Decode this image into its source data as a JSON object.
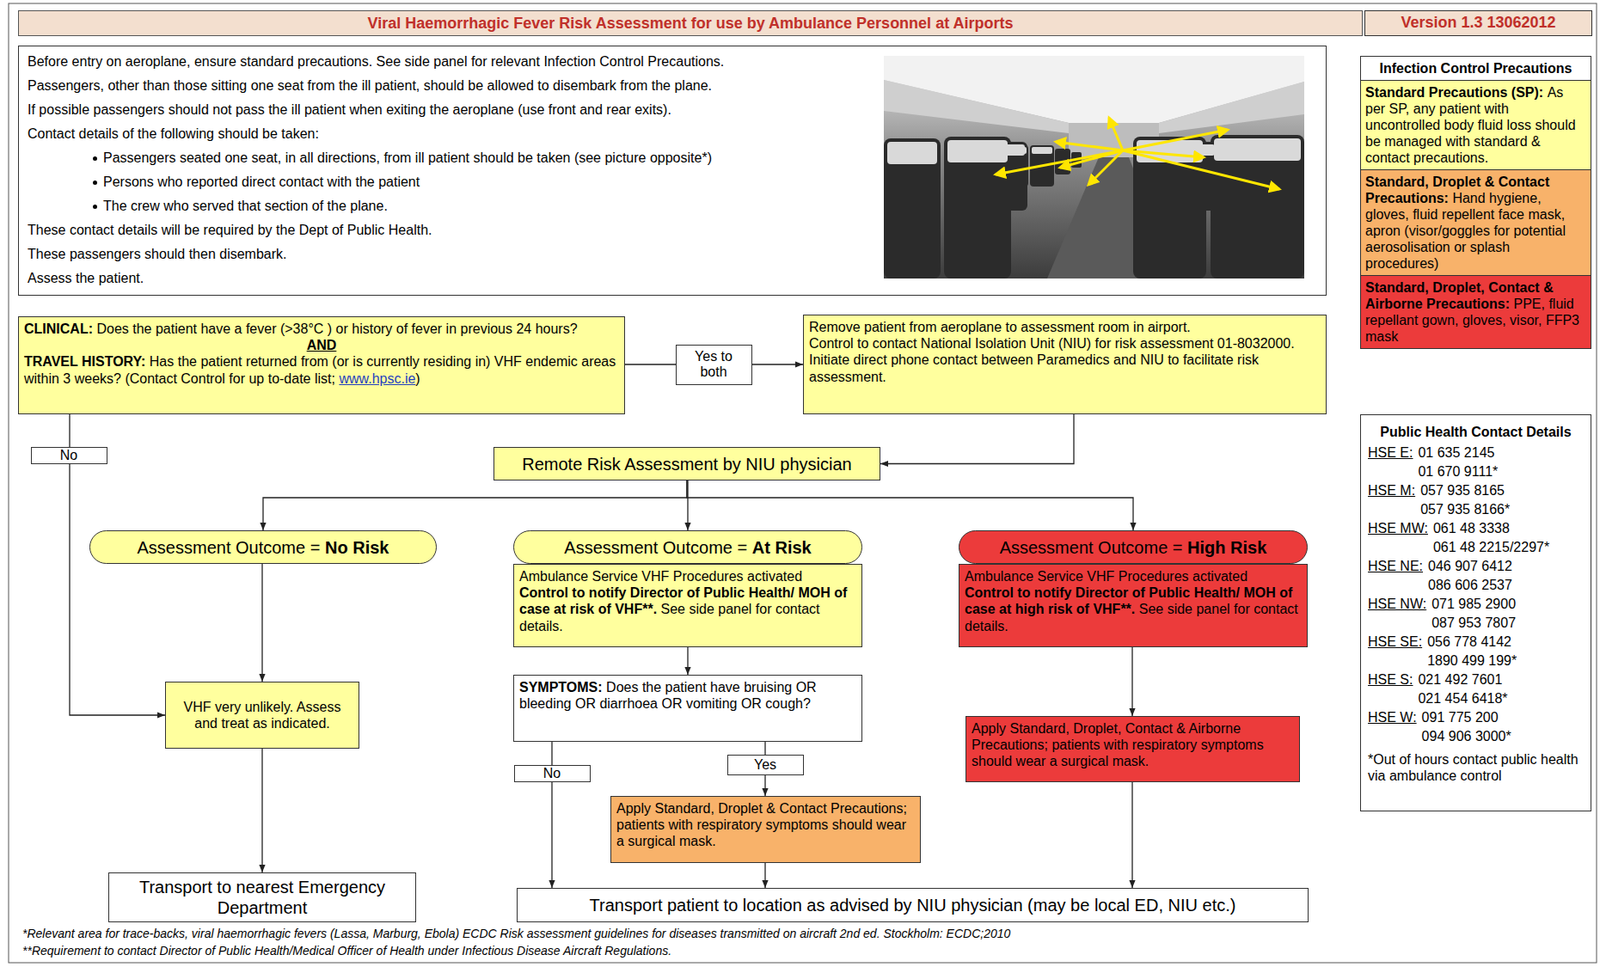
{
  "diagram": {
    "title": "Viral Haemorrhagic Fever Risk Assessment for use by Ambulance Personnel at Airports",
    "nodes": [
      {
        "text": [
          "Version 1.3 13062012"
        ]
      },
      {
        "text": [
          "Before entry on aeroplane, ensure standard precautions. See side panel for relevant Infection Control Precautions.",
          "Passengers, other than those sitting one seat from the ill patient, should be allowed to disembark from the plane.",
          "If possible passengers should not pass the ill patient when exiting the aeroplane (use front and rear exits).",
          "Contact details of the following should be taken:",
          "Passengers seated one seat, in all directions, from ill patient should be taken (see picture opposite*)",
          "Persons who reported direct contact with the patient",
          "The crew who served that section of the plane.",
          "These contact details will be required by the Dept of Public Health.",
          "These passengers should then disembark.",
          "Assess the patient."
        ]
      },
      {
        "text": [
          "Infection Control Precautions"
        ]
      },
      {
        "text": [
          "Standard Precautions (SP):",
          "As per SP, any patient with uncontrolled body fluid loss should be managed with standard & contact precautions."
        ],
        "in": 2
      },
      {
        "text": [
          "Standard, Droplet & Contact Precautions:",
          "Hand hygiene, gloves, fluid repellent face mask, apron (visor/goggles for potential aerosolisation or splash procedures)"
        ],
        "in": 2
      },
      {
        "text": [
          "Standard, Droplet, Contact & Airborne Precautions:",
          "PPE, fluid repellant gown, gloves, visor, FFP3 mask"
        ],
        "in": 2
      },
      {
        "text": [
          "Public Health Contact Details",
          "HSE E:",
          "01 635 2145",
          "01 670 9111*",
          "HSE M:",
          "057 935 8165",
          "057 935 8166*",
          "HSE MW:",
          "061 48 3338",
          "061 48 2215/2297*",
          "HSE NE:",
          "046 907 6412",
          "086 606 2537",
          "HSE NW:",
          "071 985 2900",
          "087 953 7807",
          "HSE SE:",
          "056 778 4142",
          "1890 499 199*",
          "HSE S:",
          "021 492 7601",
          "021 454 6418*",
          "HSE W:",
          "091 775 200",
          "094 906 3000*",
          "*Out of hours contact public health via ambulance control"
        ]
      },
      {
        "text": [
          "CLINICAL:",
          "Does the patient have a fever (>38°C ) or history of fever in previous 24 hours?",
          "AND",
          "TRAVEL HISTORY:",
          "Has the patient returned from (or is currently residing in) VHF endemic areas within 3 weeks? (Contact Control for up to-date list;",
          "www.hpsc.ie",
          ")"
        ]
      },
      {
        "text": [
          "Remove patient from aeroplane to assessment room in airport.",
          "Control to contact National Isolation Unit (NIU) for risk assessment 01-8032000.",
          "Initiate direct phone contact between Paramedics and NIU to facilitate risk assessment."
        ]
      },
      {
        "text": [
          "Remote Risk Assessment by NIU physician"
        ]
      },
      {
        "text": [
          "Assessment Outcome =",
          "No Risk"
        ]
      },
      {
        "text": [
          "Assessment Outcome =",
          "At Risk"
        ]
      },
      {
        "text": [
          "Assessment Outcome =",
          "High Risk"
        ]
      },
      {
        "text": [
          "Ambulance Service VHF Procedures activated",
          "Control to notify Director of Public Health/ MOH of case at risk of VHF**.",
          "See side panel for contact details."
        ]
      },
      {
        "text": [
          "Ambulance Service VHF Procedures activated",
          "Control to notify Director of Public Health/ MOH of case at high risk of VHF**.",
          "See side panel for contact details."
        ]
      },
      {
        "text": [
          "VHF very unlikely. Assess and treat as indicated."
        ]
      },
      {
        "text": [
          "SYMPTOMS:",
          "Does the patient have bruising OR bleeding OR diarrhoea OR vomiting OR cough?"
        ]
      },
      {
        "text": [
          "Apply Standard, Droplet & Contact Precautions; patients with respiratory symptoms should wear a surgical mask."
        ]
      },
      {
        "text": [
          "Apply Standard, Droplet, Contact & Airborne Precautions; patients with respiratory symptoms should wear a surgical mask."
        ]
      },
      {
        "text": [
          "Transport to nearest Emergency Department"
        ]
      },
      {
        "text": [
          "Transport patient to location as advised by NIU physician (may be local ED, NIU etc.)"
        ]
      }
    ],
    "edges": [
      {
        "from": 7,
        "to": 8,
        "arrow": "to",
        "label": "Yes to both"
      },
      {
        "from": 8,
        "to": 9,
        "arrow": "to"
      },
      {
        "from": 9,
        "to": 10,
        "arrow": "to"
      },
      {
        "from": 9,
        "to": 11,
        "arrow": "to"
      },
      {
        "from": 9,
        "to": 12,
        "arrow": "to"
      },
      {
        "from": 7,
        "to": 15,
        "arrow": "to",
        "label": "No"
      },
      {
        "from": 10,
        "to": 15,
        "arrow": "to"
      },
      {
        "from": 13,
        "to": 16,
        "arrow": "to"
      },
      {
        "from": 16,
        "to": 17,
        "arrow": "to",
        "label": "Yes"
      },
      {
        "from": 16,
        "to": 20,
        "arrow": "to",
        "label": "No"
      },
      {
        "from": 14,
        "to": 18,
        "arrow": "to"
      },
      {
        "from": 15,
        "to": 19,
        "arrow": "to"
      },
      {
        "from": 17,
        "to": 20,
        "arrow": "to"
      },
      {
        "from": 18,
        "to": 20,
        "arrow": "to"
      }
    ],
    "labels": [
      "*Relevant area for trace-backs, viral haemorrhagic fevers (Lassa, Marburg, Ebola) ECDC Risk assessment guidelines for diseases transmitted on aircraft 2nd ed. Stockholm: ECDC;2010",
      "**Requirement to contact Director of Public Health/Medical Officer of Health under Infectious Disease Aircraft Regulations."
    ]
  }
}
